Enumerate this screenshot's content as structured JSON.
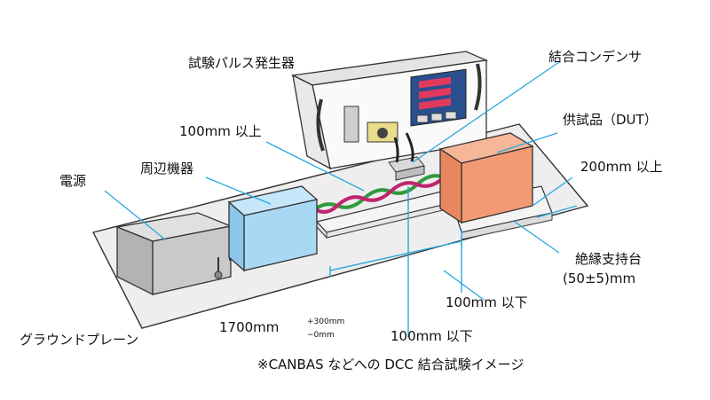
{
  "labels": {
    "generator": "試験パルス発生器",
    "coupling_capacitor": "結合コンデンサ",
    "distance_100_upper": "100mm 以上",
    "dut": "供試品（DUT）",
    "peripheral": "周辺機器",
    "distance_200_upper": "200mm 以上",
    "power_supply": "電源",
    "insulation_support": "絶縁支持台",
    "insulation_height": "(50±5)mm",
    "distance_100_lower_a": "100mm 以下",
    "length_main": "1700mm",
    "length_plus": "+300mm",
    "length_minus": "−0mm",
    "distance_100_lower_b": "100mm 以下",
    "ground_plane": "グラウンドプレーン",
    "caption": "※CANBAS などへの DCC 結合試験イメージ"
  },
  "colors": {
    "leader_line": "#29a8e0",
    "peripheral_box": "#a9d8f5",
    "dut_box": "#f29a73",
    "power_box": "#cfcfcf",
    "ground_plane": "#eeeeee",
    "cable_green": "#2e9a3c",
    "cable_magenta": "#c0246e"
  }
}
